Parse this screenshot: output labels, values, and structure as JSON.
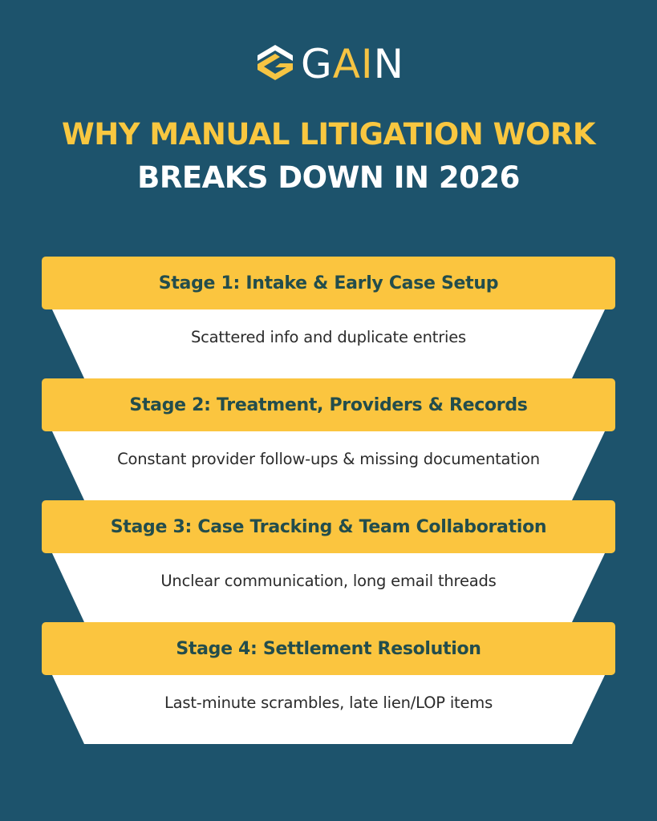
{
  "brand": {
    "name_parts": [
      {
        "text": "G",
        "color": "white"
      },
      {
        "text": "AI",
        "color": "yellow"
      },
      {
        "text": "N",
        "color": "white"
      }
    ],
    "icon": "gain-logo-icon"
  },
  "heading": {
    "line1": "WHY MANUAL LITIGATION WORK",
    "line2": "BREAKS DOWN IN 2026"
  },
  "stages": [
    {
      "title": "Stage 1: Intake & Early Case Setup",
      "description": "Scattered info and duplicate entries"
    },
    {
      "title": "Stage 2: Treatment, Providers & Records",
      "description": "Constant provider follow-ups & missing documentation"
    },
    {
      "title": "Stage 3: Case Tracking & Team Collaboration",
      "description": "Unclear communication, long email threads"
    },
    {
      "title": "Stage 4: Settlement Resolution",
      "description": "Last-minute scrambles, late lien/LOP items"
    }
  ],
  "colors": {
    "background": "#1d536c",
    "accent_yellow": "#fbc53f",
    "title_yellow": "#f9c740",
    "stage_title_text": "#234d4c",
    "description_text": "#2b2b2b",
    "panel_white": "#ffffff"
  }
}
